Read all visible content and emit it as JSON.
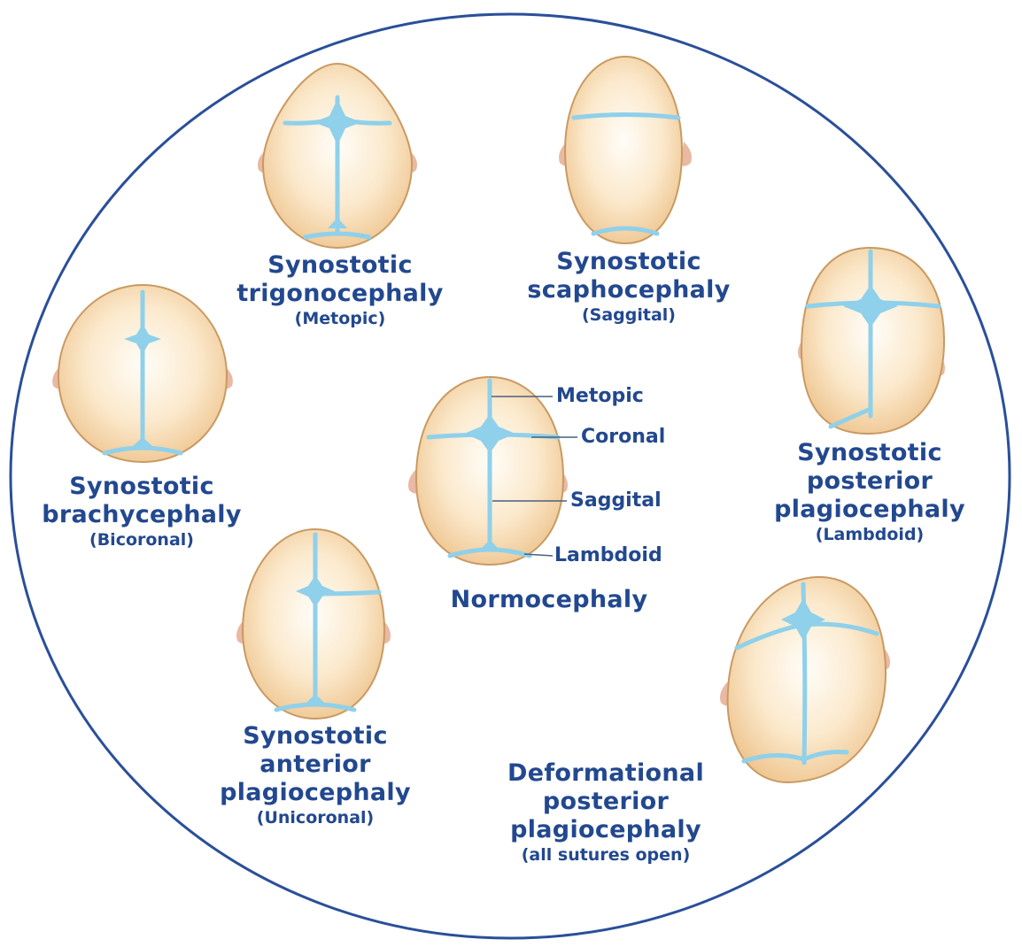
{
  "colors": {
    "circle_stroke": "#2a4f9a",
    "skin_fill": "#f6d9ae",
    "skin_edge": "#c99a62",
    "ear": "#e9b9a4",
    "suture": "#8fd0ea",
    "text": "#22488f"
  },
  "skulls": [
    {
      "id": "trigonocephaly",
      "title_lines": [
        "Synostotic",
        "trigonocephaly"
      ],
      "suture": "(Metopic)"
    },
    {
      "id": "scaphocephaly",
      "title_lines": [
        "Synostotic",
        "scaphocephaly"
      ],
      "suture": "(Saggital)"
    },
    {
      "id": "brachycephaly",
      "title_lines": [
        "Synostotic",
        "brachycephaly"
      ],
      "suture": "(Bicoronal)"
    },
    {
      "id": "posterior-plagiocephaly",
      "title_lines": [
        "Synostotic",
        "posterior",
        "plagiocephaly"
      ],
      "suture": "(Lambdoid)"
    },
    {
      "id": "anterior-plagiocephaly",
      "title_lines": [
        "Synostotic",
        "anterior",
        "plagiocephaly"
      ],
      "suture": "(Unicoronal)"
    },
    {
      "id": "deformational-plagiocephaly",
      "title_lines": [
        "Deformational",
        "posterior",
        "plagiocephaly"
      ],
      "suture": "(all sutures open)"
    }
  ],
  "normal": {
    "title": "Normocephaly",
    "sutures": [
      "Metopic",
      "Coronal",
      "Saggital",
      "Lambdoid"
    ]
  }
}
